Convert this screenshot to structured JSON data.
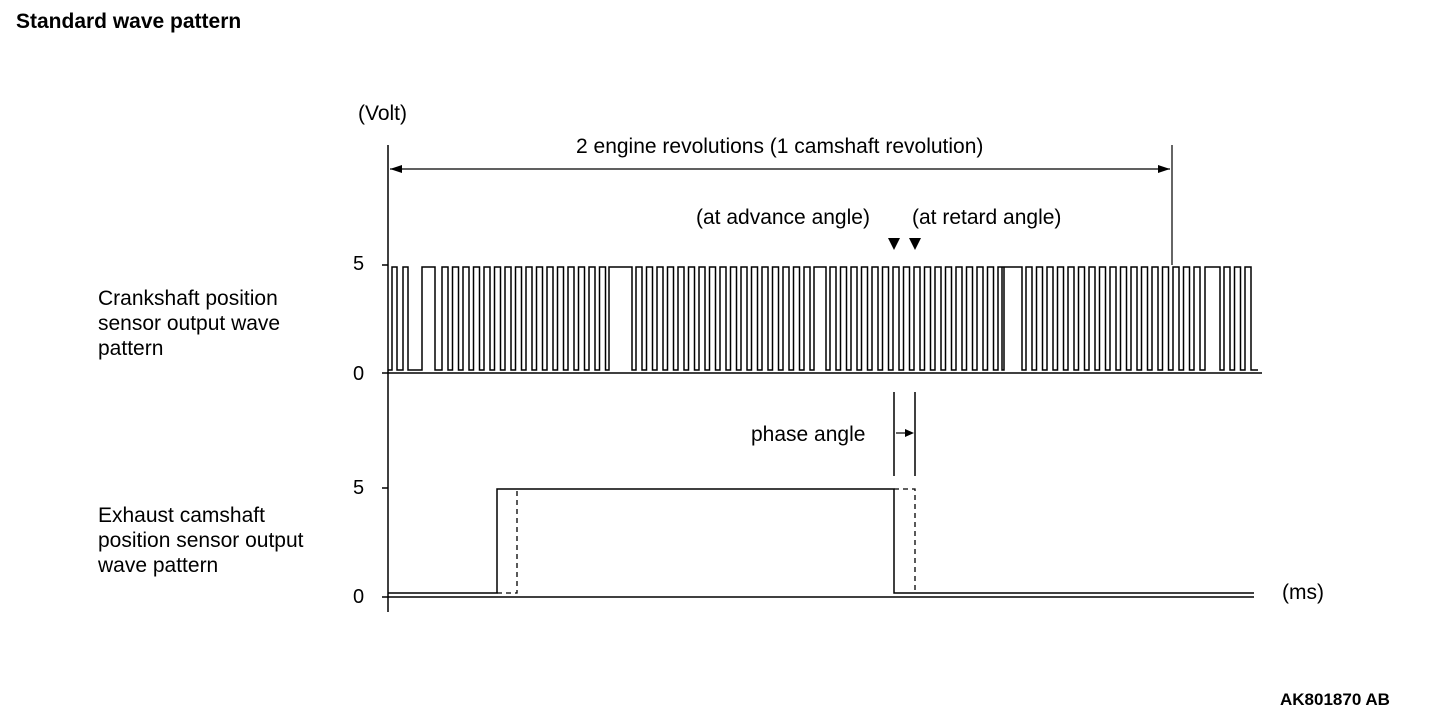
{
  "title": "Standard wave pattern",
  "ref_code": "AK801870 AB",
  "axis": {
    "y_unit": "(Volt)",
    "x_unit": "(ms)"
  },
  "span_label": "2 engine revolutions (1 camshaft revolution)",
  "advance_label": "(at advance angle)",
  "retard_label": "(at retard angle)",
  "phase_label": "phase angle",
  "crank": {
    "label": "Crankshaft position sensor output wave pattern",
    "tick_high": "5",
    "tick_low": "0"
  },
  "cam": {
    "label": "Exhaust camshaft position sensor output wave pattern",
    "tick_high": "5",
    "tick_low": "0"
  },
  "colors": {
    "line": "#000000",
    "background": "#ffffff"
  }
}
